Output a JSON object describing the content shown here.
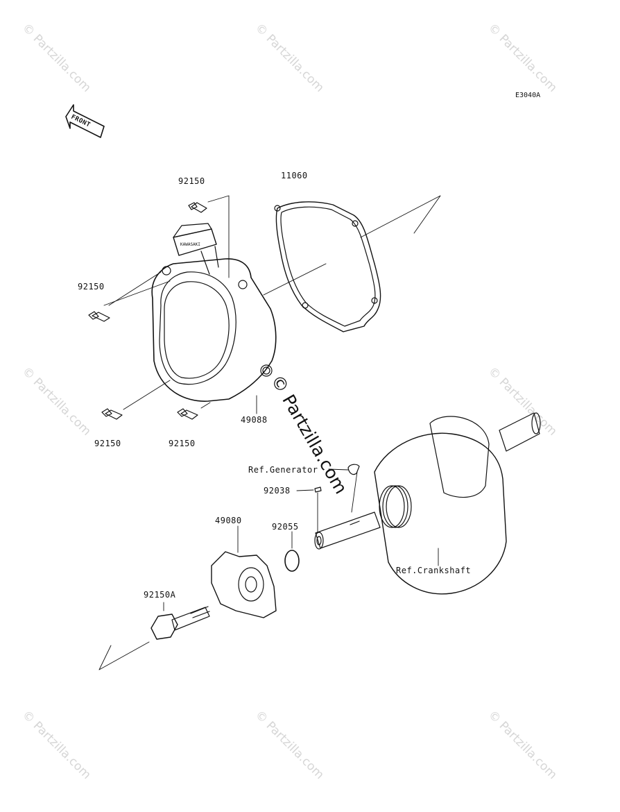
{
  "diagram_code": "E3040A",
  "front_label": "FRONT",
  "center_watermark": "© Partzilla.com",
  "corner_watermark": "© Partzilla.com",
  "callouts": {
    "bolt_top": "92150",
    "gasket": "11060",
    "bolt_left": "92150",
    "bolt_bottom_left": "92150",
    "bolt_bottom_mid": "92150",
    "cover_part": "49088",
    "ref_generator": "Ref.Generator",
    "key": "92038",
    "pulley": "49080",
    "oring": "92055",
    "flange_bolt": "92150A",
    "ref_crankshaft": "Ref.Crankshaft"
  },
  "colors": {
    "ink": "#111111",
    "watermark": "#d6d6d6",
    "background": "#ffffff"
  }
}
